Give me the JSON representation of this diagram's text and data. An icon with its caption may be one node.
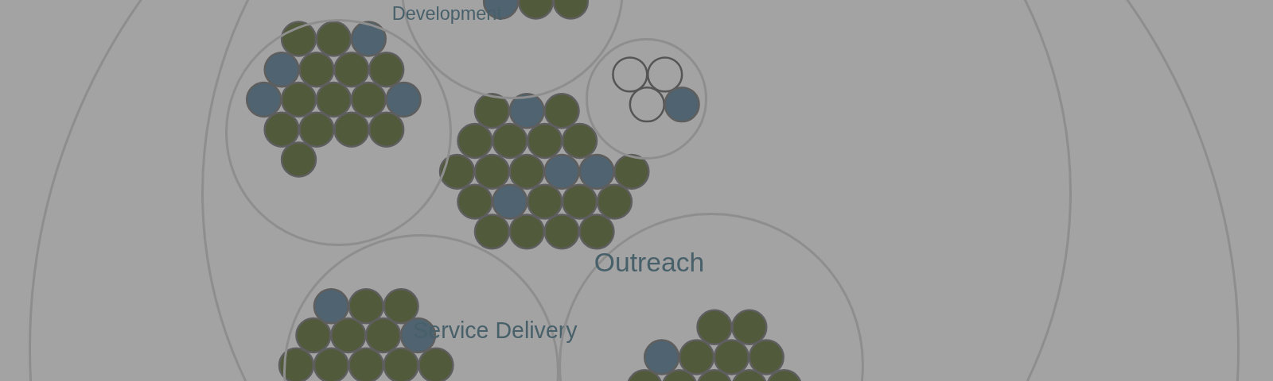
{
  "diagram": {
    "nodes": [
      {
        "text": [],
        "shape": "circle"
      },
      {
        "text": [],
        "shape": "circle",
        "in": 0
      },
      {
        "text": [
          "Development"
        ],
        "in": 1
      },
      {
        "text": [],
        "shape": "circle",
        "in": 1
      },
      {
        "text": [],
        "shape": "circle",
        "in": 1
      },
      {
        "text": [
          "Service Delivery"
        ],
        "in": 1
      },
      {
        "text": [
          "Outreach"
        ],
        "in": 1
      }
    ]
  }
}
